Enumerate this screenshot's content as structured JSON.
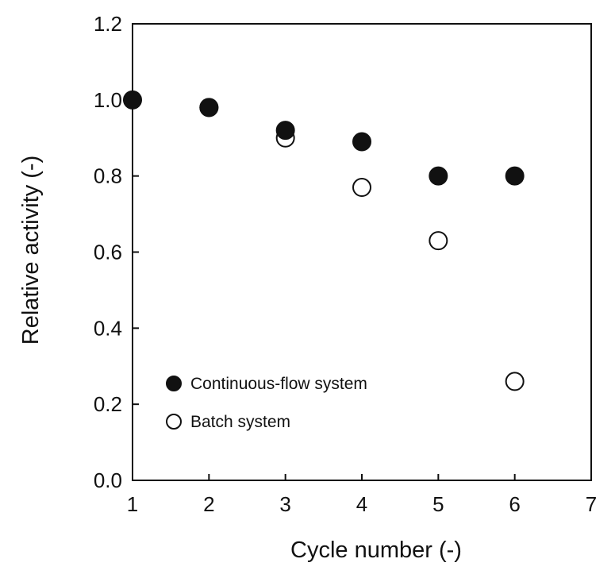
{
  "chart_data": {
    "type": "scatter",
    "xlabel": "Cycle number (-)",
    "ylabel": "Relative activity (-)",
    "xlim": [
      1,
      7
    ],
    "ylim": [
      0.0,
      1.2
    ],
    "xticks": [
      "1",
      "2",
      "3",
      "4",
      "5",
      "6",
      "7"
    ],
    "yticks": [
      "0.0",
      "0.2",
      "0.4",
      "0.6",
      "0.8",
      "1.0",
      "1.2"
    ],
    "grid": false,
    "legend_position": "bottom-left",
    "series": [
      {
        "name": "Continuous-flow system",
        "marker": "filled-circle",
        "color": "#111111",
        "x": [
          1,
          2,
          3,
          4,
          5,
          6
        ],
        "y": [
          1.0,
          0.98,
          0.92,
          0.89,
          0.8,
          0.8
        ]
      },
      {
        "name": "Batch system",
        "marker": "open-circle",
        "color": "#111111",
        "x": [
          2,
          3,
          4,
          5,
          6
        ],
        "y": [
          0.98,
          0.9,
          0.77,
          0.63,
          0.26
        ]
      }
    ]
  }
}
